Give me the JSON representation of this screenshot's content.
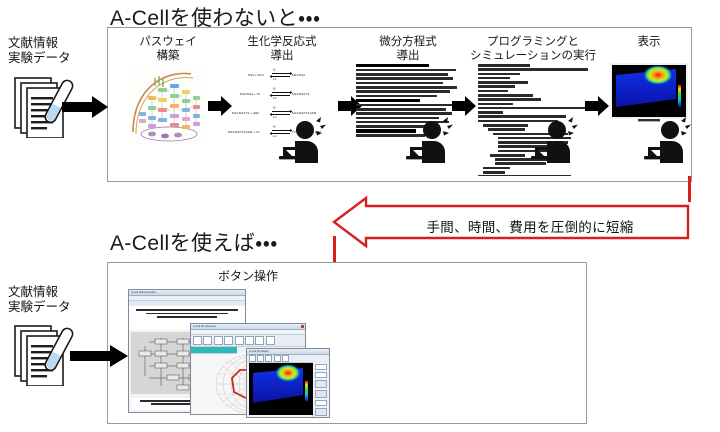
{
  "slide": {
    "top_title": "A-Cellを使わないと・・・",
    "bottom_title": "A-Cellを使えば・・・"
  },
  "source": {
    "label_line1": "文献情報",
    "label_line2": "実験データ",
    "icon": "document-stack-with-test-tube-icon"
  },
  "without_acell": {
    "steps": [
      {
        "id": "pathway",
        "caption_line1": "パスウェイ",
        "caption_line2": "構築",
        "visual": "signaling-pathway-map"
      },
      {
        "id": "reactions",
        "caption_line1": "生化学反応式",
        "caption_line2": "導出",
        "visual": "reaction-equations"
      },
      {
        "id": "odes",
        "caption_line1": "微分方程式",
        "caption_line2": "導出",
        "visual": "differential-equations-text"
      },
      {
        "id": "programming",
        "caption_line1": "プログラミングと",
        "caption_line2": "シミュレーションの実行",
        "visual": "source-code-listing"
      },
      {
        "id": "display",
        "caption_line1": "表示",
        "caption_line2": "",
        "visual": "simulation-monitor"
      }
    ],
    "reactions": [
      "M14 + M14  ⇌  M14:M14",
      "M14:M14 + T2  ⇌  M14:M14:T2",
      "M14:M14:T2 + pM2  ⇌  M14:M14:T2:pM2",
      "M14:M14:T2:pM2 + T2  ⇌  T2:M14:M14:T2:pM2"
    ],
    "rate_constants": [
      "k₁",
      "k₋₁",
      "k₂",
      "k₋₂",
      "k₃",
      "k₋₃",
      "k₄",
      "k₋₄"
    ],
    "worker_icon": "person-at-laptop-icon",
    "frustration_icon": "sweat-drops-icon"
  },
  "with_acell": {
    "caption": "ボタン操作",
    "windows": [
      {
        "id": "pathway-editor",
        "title": "A-Cell Pathway Editor",
        "content": "pathway-node-diagram"
      },
      {
        "id": "mesh-viewer",
        "title": "A-Cell 3D Geometry",
        "content": "3d-mesh-with-red-region"
      },
      {
        "id": "sim-viewer",
        "title": "A-Cell Simulation",
        "content": "heatmap-surface-plot"
      }
    ]
  },
  "feedback_arrow": {
    "label": "手間、時間、費用を圧倒的に短縮",
    "direction": "right-to-left",
    "color": "#d81f1f"
  },
  "colors": {
    "arrow_black": "#000000",
    "arrow_red": "#d81f1f",
    "panel_border": "#9a9a9a",
    "text": "#151515",
    "heatmap_cold": "#0b1fd0",
    "heatmap_hot": "#e81a1a"
  }
}
